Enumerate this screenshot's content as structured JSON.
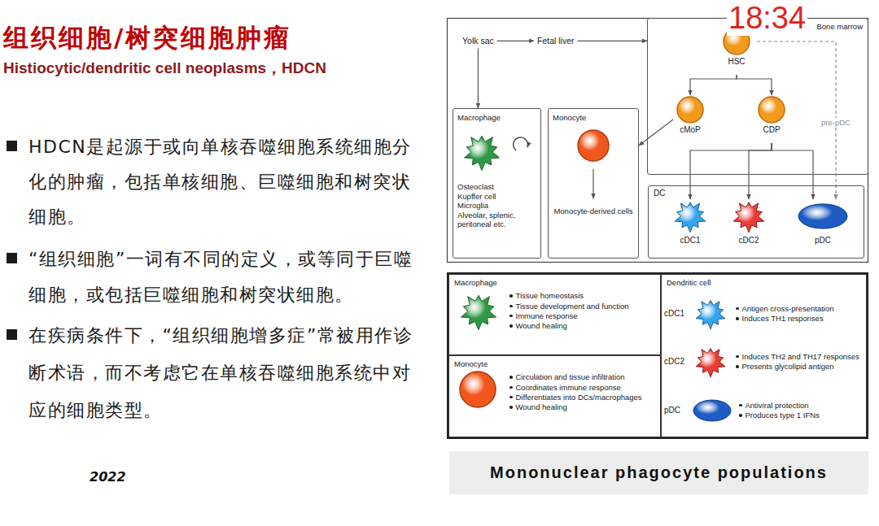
{
  "diagram": {
    "title": "组织细胞/树突细胞肿瘤",
    "caption": "Mononuclear phagocyte populations",
    "nodes": [
      {
        "text": [
          "Yolk sac"
        ]
      },
      {
        "text": [
          "Fetal liver"
        ]
      },
      {
        "text": [
          "Bone marrow"
        ]
      },
      {
        "text": [
          "HSC"
        ],
        "in": 2
      },
      {
        "text": [
          "cMoP"
        ],
        "in": 2
      },
      {
        "text": [
          "CDP"
        ],
        "in": 2
      },
      {
        "text": [
          "Macrophage",
          "Osteoclast",
          "Kupffer cell",
          "Microglia",
          "Alveolar, splenic, peritoneal etc."
        ]
      },
      {
        "text": [
          "Monocyte",
          "Monocyte-derived cells"
        ]
      },
      {
        "text": [
          "DC"
        ]
      },
      {
        "text": [
          "cDC1"
        ],
        "in": 8
      },
      {
        "text": [
          "cDC2"
        ],
        "in": 8
      },
      {
        "text": [
          "pDC"
        ],
        "in": 8
      },
      {
        "text": [
          "Macrophage",
          "Tissue homeostasis",
          "Tissue development and function",
          "Immune response",
          "Wound healing"
        ]
      },
      {
        "text": [
          "Monocyte",
          "Circulation and tissue infiltration",
          "Coordinates immune response",
          "Differentiates into DCs/macrophages",
          "Wound healing"
        ]
      },
      {
        "text": [
          "Dendritic cell"
        ]
      },
      {
        "text": [
          "cDC1",
          "Antigen cross-presentation",
          "Induces TH1 responses"
        ],
        "in": 14
      },
      {
        "text": [
          "cDC2",
          "Induces TH2 and TH17 responses",
          "Presents glycolipid antigen"
        ],
        "in": 14
      },
      {
        "text": [
          "pDC",
          "Antiviral protection",
          "Produces type 1 IFNs"
        ],
        "in": 14
      }
    ],
    "edges": [
      {
        "from": 0,
        "to": 1,
        "arrow": "to"
      },
      {
        "from": 0,
        "to": 6,
        "arrow": "to"
      },
      {
        "from": 1,
        "to": 2,
        "arrow": "to"
      },
      {
        "from": 3,
        "to": 4,
        "arrow": "to"
      },
      {
        "from": 3,
        "to": 5,
        "arrow": "to"
      },
      {
        "from": 3,
        "to": 11,
        "label": "pre-pDC",
        "arrow": "to"
      },
      {
        "from": 4,
        "to": 7,
        "arrow": "to"
      },
      {
        "from": 5,
        "to": 9,
        "arrow": "to"
      },
      {
        "from": 5,
        "to": 10,
        "arrow": "to"
      },
      {
        "from": 5,
        "to": 11,
        "arrow": "to"
      }
    ],
    "labels": [
      "Histiocytic/dendritic cell neoplasms，HDCN",
      "HDCN是起源于或向单核吞噬细胞系统细胞分化的肿瘤，包括单核细胞、巨噬细胞和树突状细胞。",
      "“组织细胞”一词有不同的定义，或等同于巨噬细胞，或包括巨噬细胞和树突状细胞。",
      "在疾病条件下，“组织细胞增多症”常被用作诊断术语，而不考虑它在单核吞噬细胞系统中对应的细胞类型。",
      "2022",
      "18:34"
    ]
  }
}
